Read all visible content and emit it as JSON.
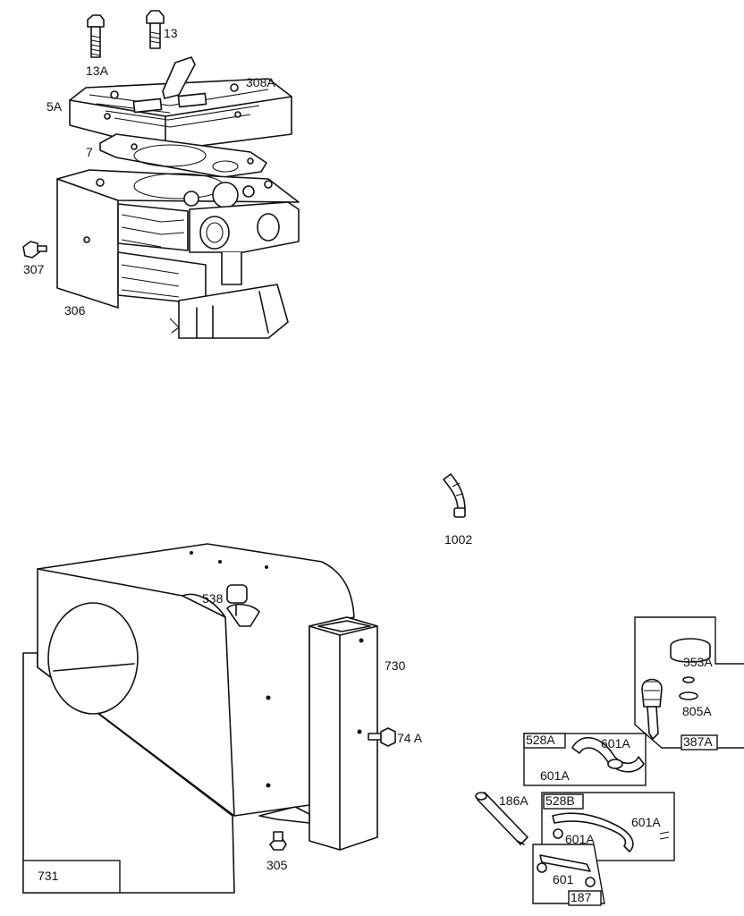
{
  "labels": {
    "p13a": "13A",
    "p13": "13",
    "p308a": "308A",
    "p5a": "5A",
    "p7": "7",
    "p307": "307",
    "p306": "306",
    "p1002": "1002",
    "p538": "538",
    "p730": "730",
    "p74a": "74 A",
    "p305": "305",
    "p731": "731",
    "p353a": "353A",
    "p805a": "805A",
    "p387a": "387A",
    "p528a": "528A",
    "p601a_1": "601A",
    "p601a_2": "601A",
    "p186a": "186A",
    "p528b": "528B",
    "p601a_3": "601A",
    "p601a_4": "601A",
    "p601": "601",
    "p187": "187"
  }
}
